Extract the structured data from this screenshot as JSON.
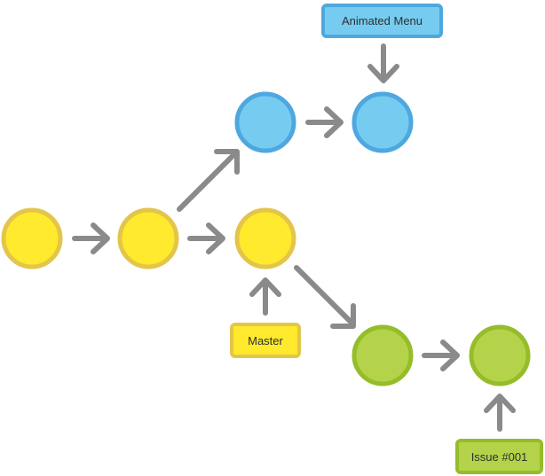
{
  "colors": {
    "arrow": "#8a8a8a",
    "yellow_fill": "#ffea2e",
    "yellow_stroke": "#e3c54a",
    "blue_fill": "#76ccf0",
    "blue_stroke": "#4ea8df",
    "green_fill": "#b5d34a",
    "green_stroke": "#95bd2a",
    "label_text": "#2f2f2f"
  },
  "labels": {
    "animated_menu": "Animated Menu",
    "master": "Master",
    "issue": "Issue #001"
  },
  "branches": {
    "master": {
      "label": "Master",
      "commits": 3,
      "color": "yellow"
    },
    "animated_menu": {
      "label": "Animated Menu",
      "commits": 2,
      "color": "blue"
    },
    "issue": {
      "label": "Issue #001",
      "commits": 2,
      "color": "green"
    }
  },
  "icons": {
    "commit": "circle",
    "arrow": "arrow-icon"
  }
}
